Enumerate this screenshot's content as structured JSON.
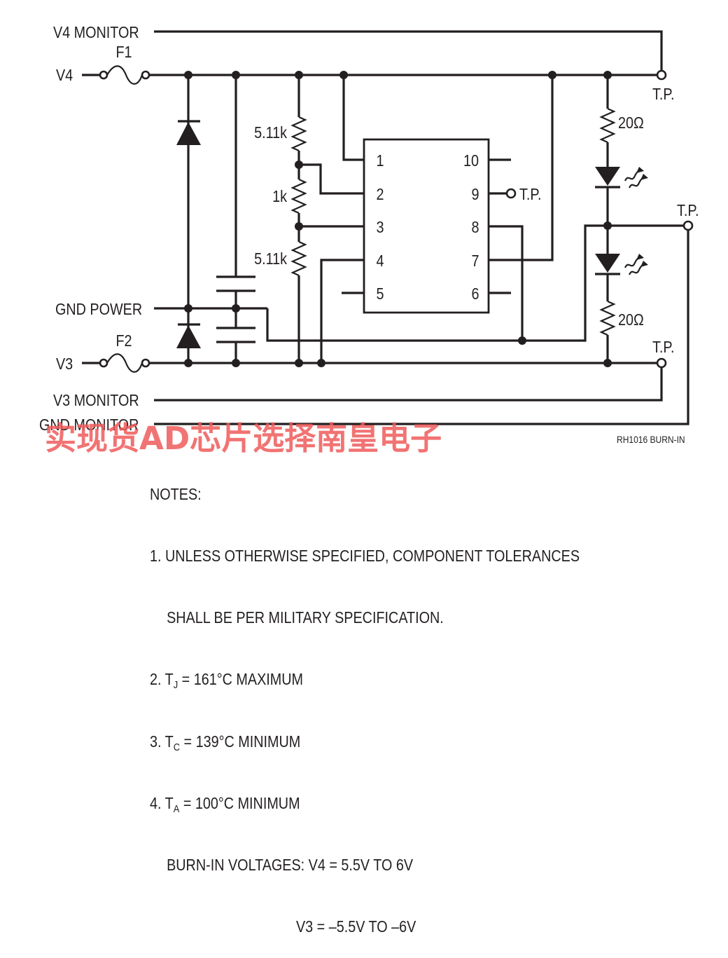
{
  "schematic": {
    "nets": {
      "v4_monitor": "V4 MONITOR",
      "v4": "V4",
      "gnd_power": "GND POWER",
      "v3": "V3",
      "v3_monitor": "V3 MONITOR",
      "gnd_monitor": "GND MONITOR"
    },
    "fuses": {
      "f1": "F1",
      "f2": "F2"
    },
    "resistors": {
      "r_top": "5.11k",
      "r_mid": "1k",
      "r_bot": "5.11k",
      "r_led_top": "20Ω",
      "r_led_bot": "20Ω"
    },
    "test_points": {
      "tp_v4": "T.P.",
      "tp_pin9": "T.P.",
      "tp_gnd": "T.P.",
      "tp_v3": "T.P."
    },
    "ic_pins_left": [
      "1",
      "2",
      "3",
      "4",
      "5"
    ],
    "ic_pins_right": [
      "10",
      "9",
      "8",
      "7",
      "6"
    ],
    "caption": "RH1016 BURN-IN"
  },
  "watermark": "实现货AD芯片选择南皇电子",
  "notes": {
    "heading": "NOTES:",
    "n1a": "1. UNLESS OTHERWISE SPECIFIED, COMPONENT TOLERANCES",
    "n1b": "SHALL BE PER MILITARY SPECIFICATION.",
    "n2_prefix": "2. T",
    "n2_sub": "J",
    "n2_rest": " = 161°C MAXIMUM",
    "n3_prefix": "3. T",
    "n3_sub": "C",
    "n3_rest": " = 139°C MINIMUM",
    "n4_prefix": "4. T",
    "n4_sub": "A",
    "n4_rest": " = 100°C MINIMUM",
    "n5": "BURN-IN VOLTAGES: V4 = 5.5V TO 6V",
    "n6": "V3 = –5.5V TO –6V"
  }
}
